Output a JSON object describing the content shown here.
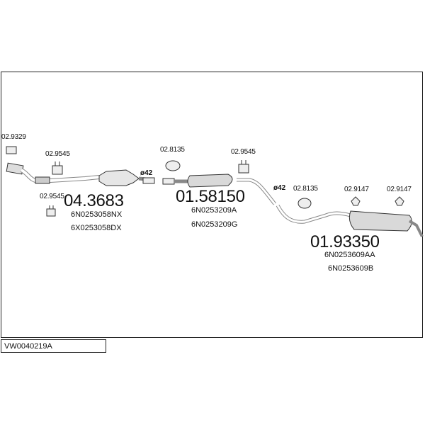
{
  "diagram": {
    "brackets": {
      "b1": "02.9329",
      "b2": "02.9545",
      "b3": "02.9545",
      "b4": "02.8135",
      "b5": "02.9545",
      "b6": "02.8135",
      "b7": "02.9147",
      "b8": "02.9147"
    },
    "diameters": {
      "d1": "ø42",
      "d2": "ø42"
    },
    "sections": {
      "front": {
        "part_no": "04.3683",
        "oe1": "6N0253058NX",
        "oe2": "6X0253058DX"
      },
      "middle": {
        "part_no": "01.58150",
        "oe1": "6N0253209A",
        "oe2": "6N0253209G"
      },
      "rear": {
        "part_no": "01.93350",
        "oe1": "6N0253609AA",
        "oe2": "6N0253609B"
      }
    },
    "kit_code": "VW0040219A"
  }
}
